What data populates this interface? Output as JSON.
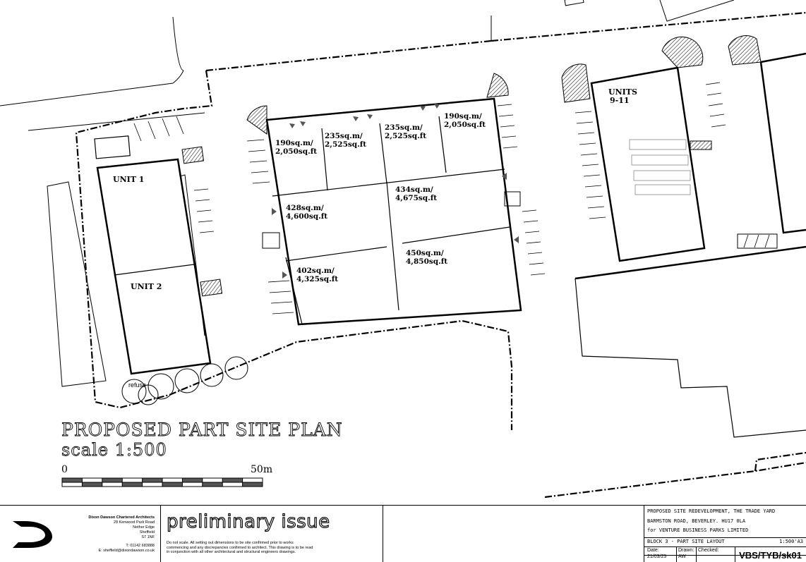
{
  "drawing": {
    "title": "PROPOSED PART SITE PLAN",
    "scale_text": "scale 1:500",
    "scale_bar_start": "0",
    "scale_bar_end": "50m"
  },
  "units": {
    "unit1": "UNIT 1",
    "unit2": "UNIT 2",
    "units9_11_line1": "UNITS",
    "units9_11_line2": "9-11",
    "refuse": "refuse"
  },
  "areas": [
    {
      "l1": "190sq.m/",
      "l2": "2,050sq.ft"
    },
    {
      "l1": "235sq.m/",
      "l2": "2,525sq.ft"
    },
    {
      "l1": "235sq.m/",
      "l2": "2,525sq.ft"
    },
    {
      "l1": "190sq.m/",
      "l2": "2,050sq.ft"
    },
    {
      "l1": "428sq.m/",
      "l2": "4,600sq.ft"
    },
    {
      "l1": "434sq.m/",
      "l2": "4,675sq.ft"
    },
    {
      "l1": "402sq.m/",
      "l2": "4,325sq.ft"
    },
    {
      "l1": "450sq.m/",
      "l2": "4,850sq.ft"
    }
  ],
  "title_block": {
    "architect_name": "Dixon Dawson Chartered Architects",
    "address1": "28 Kenwood Park Road",
    "address2": "Nether Edge",
    "address3": "Sheffield",
    "address4": "S7 1NF",
    "phone": "T: 01142 683888",
    "email": "E: sheffield@dixondawson.co.uk",
    "status": "preliminary issue",
    "disclaimer": "Do not scale. All setting out dimensions to be site confirmed prior to works commencing and any discrepancies confirmed to architect. This drawing is to be read in conjunction with all other architectural and structural engineers drawings.",
    "project1": "PROPOSED SITE REDEVELOPMENT, THE TRADE YARD",
    "project2": "BARMSTON ROAD, BEVERLEY. HU17 0LA",
    "project3": "for VENTURE BUSINESS PARKS LIMITED",
    "sheet": "BLOCK 3 - PART SITE LAYOUT",
    "scale": "1:500'A3",
    "date_label": "Date:",
    "date": "21/03/25",
    "drawn_label": "Drawn:",
    "drawn": "AW",
    "checked_label": "Checked:",
    "drawing_no": "VBS/TYB/sk01"
  }
}
